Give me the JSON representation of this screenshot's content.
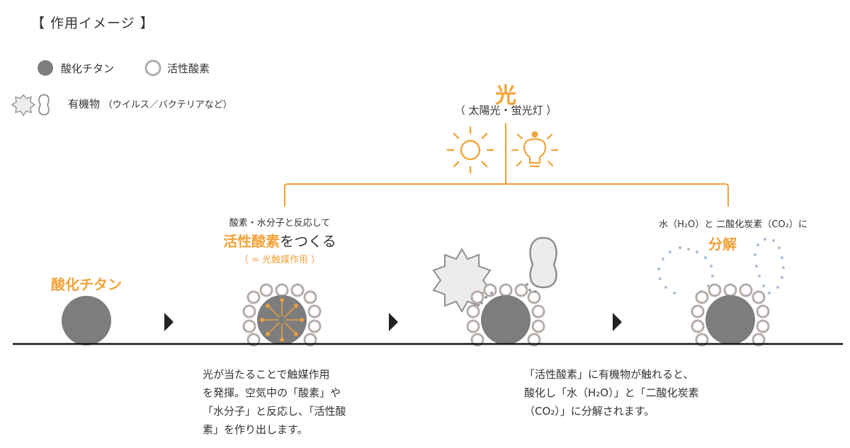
{
  "title": "【 作用イメージ 】",
  "legend": {
    "titanium": "酸化チタン",
    "active_oxygen": "活性酸素",
    "organic": "有機物",
    "organic_note": "（ウイルス／バクテリアなど）"
  },
  "light": {
    "title": "光",
    "subtitle": "（ 太陽光・蛍光灯 ）"
  },
  "stages": {
    "s1": {
      "label": "酸化チタン"
    },
    "s2": {
      "line1": "酸素・水分子と反応して",
      "highlight": "活性酸素",
      "suffix": "をつくる",
      "note": "（ = 光触媒作用 ）"
    },
    "s4": {
      "line1": "水（H₂O）と 二酸化炭素（CO₂）に",
      "highlight": "分解"
    }
  },
  "descriptions": {
    "left": [
      "光が当たることで触媒作用",
      "を発揮。空気中の「酸素」や",
      "「水分子」と反応し、「活性酸",
      "素」を作り出します。"
    ],
    "right": [
      "「活性酸素」に有機物が触れると、",
      "酸化し「水（H₂O）」と「二酸化炭素",
      "（CO₂）」に分解されます。"
    ]
  },
  "colors": {
    "accent": "#f2a23a",
    "titanium": "#7d7d7d",
    "oxygen_ring": "#b4aca8",
    "germ_fill": "#ececec",
    "water_dot": "#a8bed4",
    "baseline": "#111111"
  }
}
